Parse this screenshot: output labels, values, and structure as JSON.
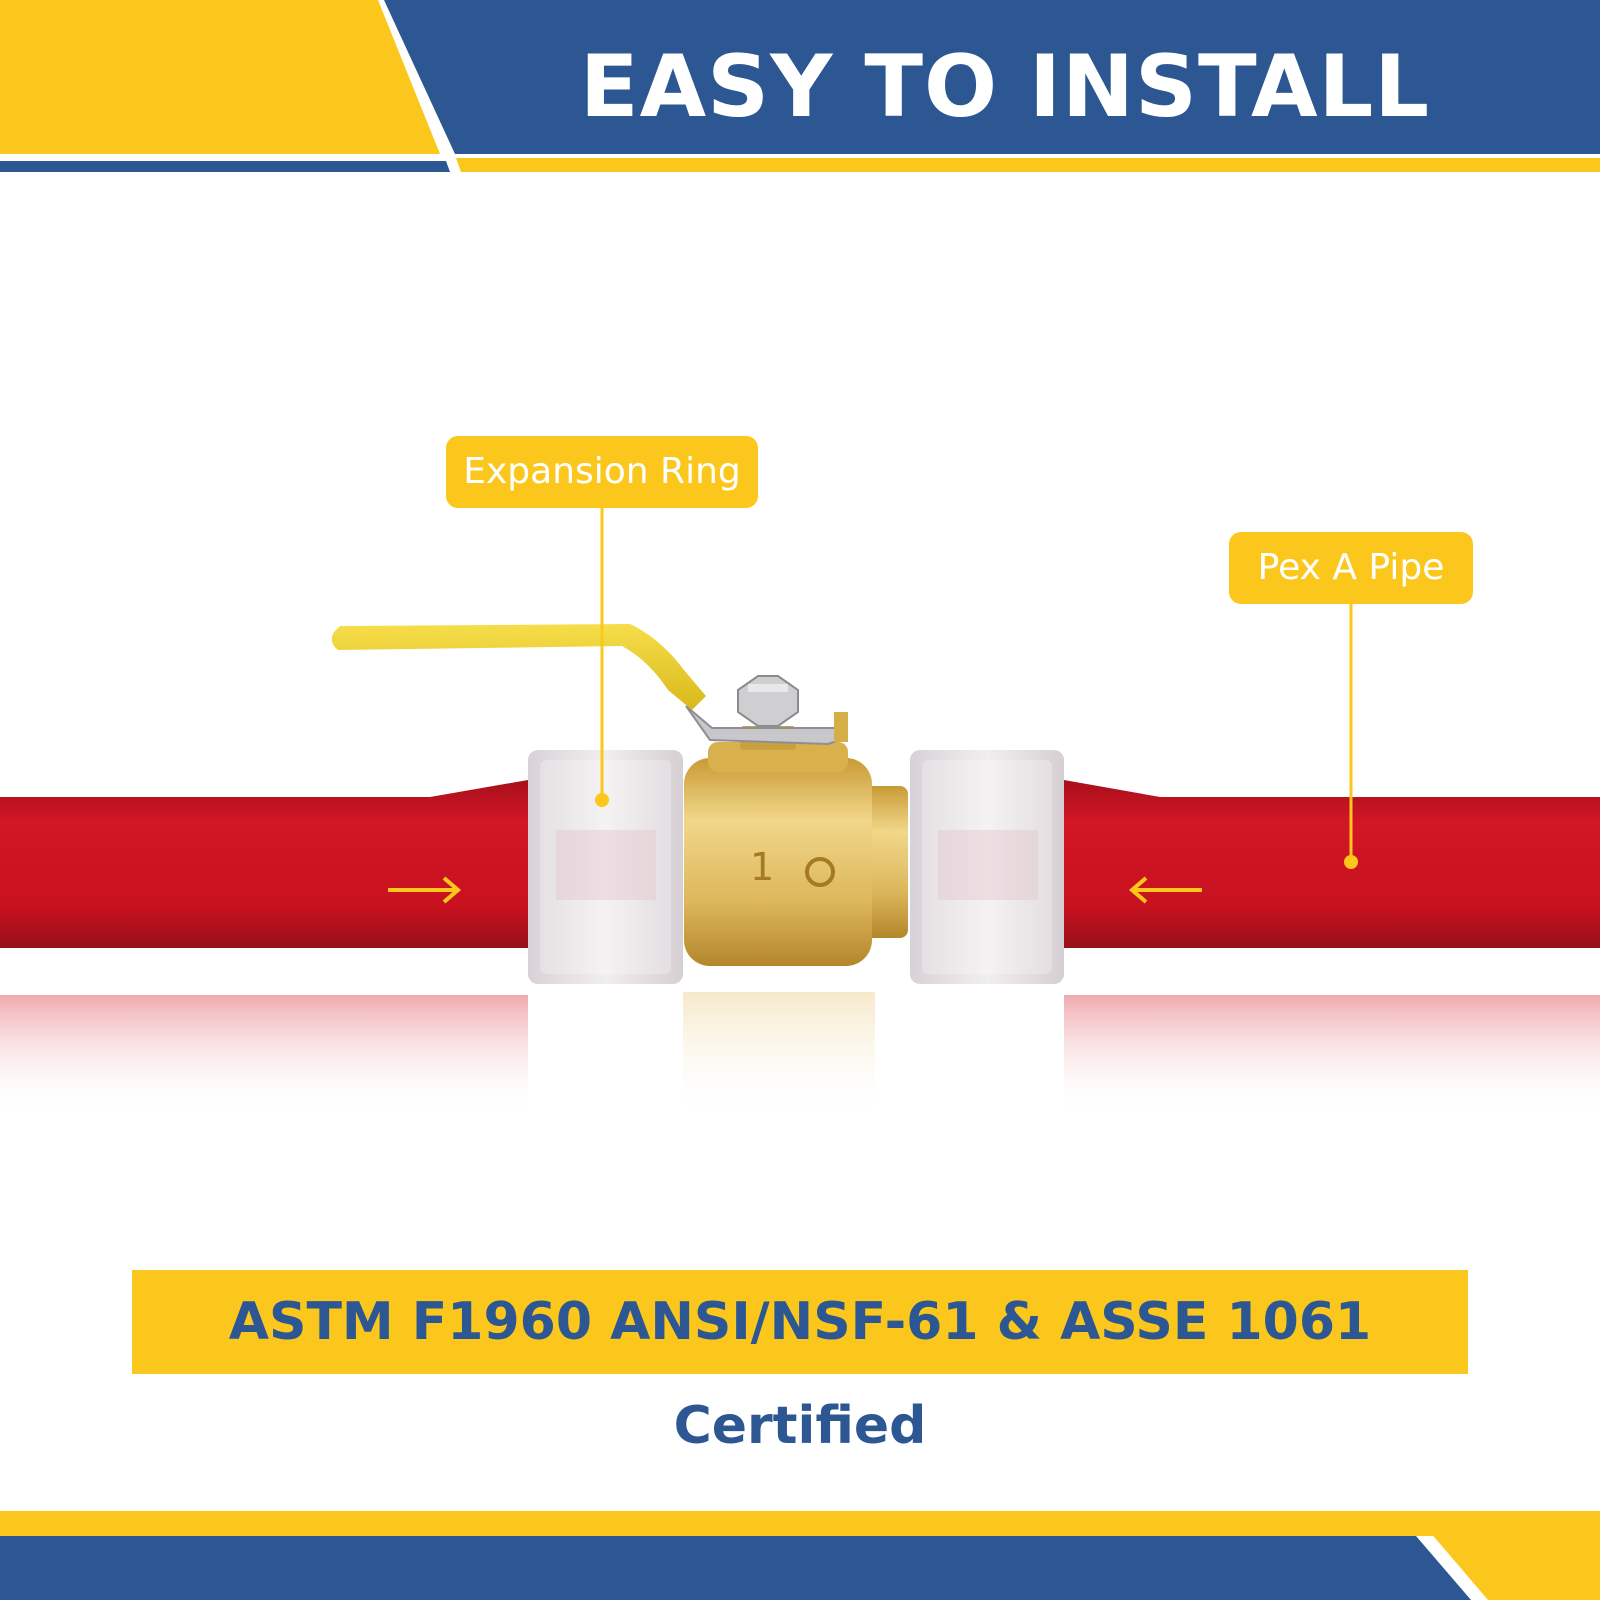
{
  "header": {
    "title": "EASY TO INSTALL"
  },
  "callouts": {
    "expansion_ring": "Expansion Ring",
    "pex_pipe": "Pex A Pipe"
  },
  "certification": {
    "text": "ASTM F1960 ANSI/NSF-61 & ASSE 1061 Certified"
  },
  "colors": {
    "brand_blue": "#2c5792",
    "brand_yellow": "#fcc71c",
    "pipe_red": "#c8111f",
    "brass": "#d9b44e",
    "ring_white": "#e9e5e7"
  }
}
